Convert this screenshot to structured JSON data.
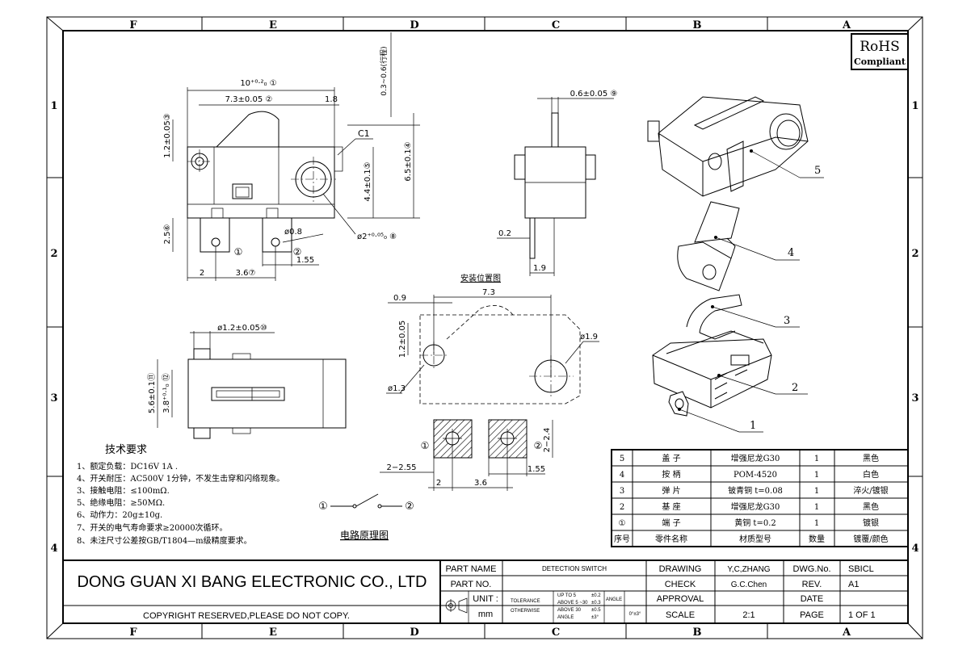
{
  "zones_top": [
    "F",
    "E",
    "D",
    "C",
    "B",
    "A"
  ],
  "zones_bottom": [
    "F",
    "E",
    "D",
    "C",
    "B",
    "A"
  ],
  "rows_left": [
    "1",
    "2",
    "3",
    "4"
  ],
  "rows_right": [
    "1",
    "2",
    "3",
    "4"
  ],
  "rohs": {
    "line1": "RoHS",
    "line2": "Compliant"
  },
  "front_view": {
    "dim_overall": "10⁺⁰·²₀ ①",
    "dim_73": "7.3±0.05 ②",
    "dim_18": "1.8",
    "dim_12": "1.2±0.05③",
    "dim_65": "6.5±0.1④",
    "dim_44": "4.4±0.1⑤",
    "dim_c1": "C1",
    "dim_25": "2.5⑥",
    "dim_08": "ø0.8",
    "dim_hole": "ø2⁺⁰·⁰⁵₀ ⑧",
    "dim_155": "1.55",
    "dim_2": "2",
    "dim_36": "3.6⑦",
    "pin1": "①",
    "pin2": "②",
    "dim_travel": "0.3~0.6(行程)"
  },
  "side_view": {
    "dim_06": "0.6±0.05 ⑨",
    "dim_02": "0.2",
    "dim_19": "1.9"
  },
  "bottom_view": {
    "dim_12": "ø1.2±0.05⑩",
    "dim_56": "5.6±0.1⑪",
    "dim_38": "3.8⁺⁰·¹₀ ⑫"
  },
  "mount_view": {
    "title": "安装位置图",
    "dim_09": "0.9",
    "dim_73": "7.3",
    "dim_12": "1.2±0.05",
    "dim_19": "ø1.9",
    "dim_13": "ø1.3",
    "dim_2255": "2−2.55",
    "dim_224": "2−2.4",
    "dim_2": "2",
    "dim_36": "3.6",
    "dim_155": "1.55",
    "pin1": "①",
    "pin2": "②"
  },
  "callouts": [
    "5",
    "4",
    "3",
    "2",
    "1"
  ],
  "tech": {
    "title": "技术要求",
    "lines": [
      "1、额定负载：DC16V 1A .",
      "4、开关耐压：AC500V 1分钟，不发生击穿和闪络现象。",
      "3、接触电阻：≤100mΩ.",
      "5、绝缘电阻：≥50MΩ.",
      "6、动作力：20g±10g.",
      "7、开关的电气寿命要求≥20000次循环。",
      "8、未注尺寸公差按GB/T1804—m级精度要求。"
    ]
  },
  "circuit": {
    "title": "电路原理图",
    "a": "①",
    "b": "②"
  },
  "bom": {
    "rows": [
      [
        "5",
        "盖 子",
        "增强尼龙G30",
        "1",
        "黑色"
      ],
      [
        "4",
        "按 柄",
        "POM-4520",
        "1",
        "白色"
      ],
      [
        "3",
        "弹 片",
        "铍青铜 t=0.08",
        "1",
        "淬火/镀银"
      ],
      [
        "2",
        "基 座",
        "增强尼龙G30",
        "1",
        "黑色"
      ],
      [
        "①",
        "端 子",
        "黄铜 t=0.2",
        "1",
        "镀银"
      ]
    ],
    "header": [
      "序号",
      "零件名称",
      "材质型号",
      "数量",
      "镀覆/颜色"
    ]
  },
  "title_block": {
    "company": "DONG GUAN XI BANG ELECTRONIC CO., LTD",
    "copyright": "COPYRIGHT RESERVED,PLEASE DO NOT COPY.",
    "part_name_label": "PART NAME",
    "part_name": "DETECTION SWITCH",
    "part_no_label": "PART NO.",
    "unit_label": "UNIT :",
    "unit": "mm",
    "tolerance_label": "TOLERANCE",
    "otherwise_label": "OTHERWISE",
    "tol1": "UP TO 5",
    "tol1v": "±0.2",
    "tol2": "ABOVE 5 ~30",
    "tol2v": "±0.3",
    "tol3": "ABOVE 30",
    "tol3v": "±0.5",
    "tol4": "ANGLE",
    "tol4v": "±3°",
    "angle_label": "ANGLE",
    "angle_value": "0°±3°",
    "drawing_label": "DRAWING",
    "drawing": "Y,C,ZHANG",
    "check_label": "CHECK",
    "check": "G.C.Chen",
    "approval_label": "APPROVAL",
    "scale_label": "SCALE",
    "scale": "2:1",
    "dwg_label": "DWG.No.",
    "dwg": "SBICL",
    "rev_label": "REV.",
    "rev": "A1",
    "date_label": "DATE",
    "page_label": "PAGE",
    "page": "1  OF  1"
  }
}
